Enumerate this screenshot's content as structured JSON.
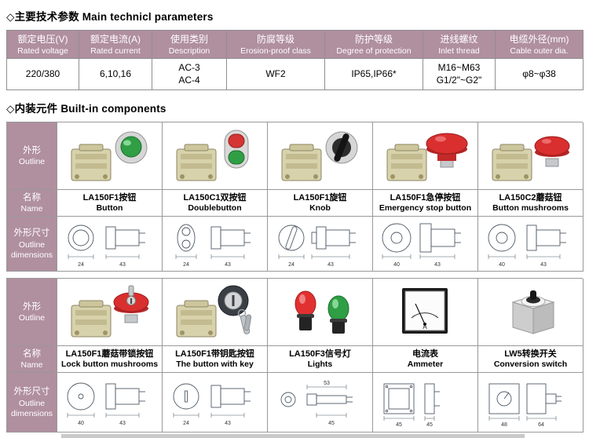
{
  "headings": {
    "main_params": "◇主要技术参数 Main technicl parameters",
    "built_in": "◇内装元件 Built-in components"
  },
  "params_table": {
    "columns": [
      {
        "cn": "额定电压(V)",
        "en": "Rated voltage",
        "value1": "220/380",
        "value2": ""
      },
      {
        "cn": "额定电流(A)",
        "en": "Rated current",
        "value1": "6,10,16",
        "value2": ""
      },
      {
        "cn": "使用类别",
        "en": "Description",
        "value1": "AC-3",
        "value2": "AC-4"
      },
      {
        "cn": "防腐等级",
        "en": "Erosion-proof class",
        "value1": "WF2",
        "value2": ""
      },
      {
        "cn": "防护等级",
        "en": "Degree of protection",
        "value1": "IP65,IP66*",
        "value2": ""
      },
      {
        "cn": "进线螺纹",
        "en": "Inlet thread",
        "value1": "M16~M63",
        "value2": "G1/2\"~G2\""
      },
      {
        "cn": "电缆外径(mm)",
        "en": "Cable outer dia.",
        "value1": "φ8~φ38",
        "value2": ""
      }
    ]
  },
  "row_labels": {
    "outline_cn": "外形",
    "outline_en": "Outline",
    "name_cn": "名称",
    "name_en": "Name",
    "dims_cn": "外形尺寸",
    "dims_en1": "Outline",
    "dims_en2": "dimensions"
  },
  "group1": [
    {
      "name_cn": "LA150F1按钮",
      "name_en": "Button",
      "dims": [
        "24",
        "43"
      ]
    },
    {
      "name_cn": "LA150C1双按钮",
      "name_en": "Doublebutton",
      "dims": [
        "24",
        "43"
      ]
    },
    {
      "name_cn": "LA150F1旋钮",
      "name_en": "Knob",
      "dims": [
        "24",
        "43"
      ]
    },
    {
      "name_cn": "LA150F1急停按钮",
      "name_en": "Emergency stop button",
      "dims": [
        "40",
        "43"
      ]
    },
    {
      "name_cn": "LA150C2蘑菇钮",
      "name_en": "Button mushrooms",
      "dims": [
        "40",
        "43"
      ]
    }
  ],
  "group2": [
    {
      "name_cn": "LA150F1蘑菇带锁按钮",
      "name_en": "Lock button mushrooms",
      "dims": [
        "40",
        "43"
      ]
    },
    {
      "name_cn": "LA150F1带钥匙按钮",
      "name_en": "The button with key",
      "dims": [
        "24",
        "43"
      ]
    },
    {
      "name_cn": "LA150F3信号灯",
      "name_en": "Lights",
      "dims": [
        "53",
        "45"
      ]
    },
    {
      "name_cn": "电流表",
      "name_en": "Ammeter",
      "dims": [
        "45",
        "45"
      ],
      "meter_label": "A"
    },
    {
      "name_cn": "LW5转换开关",
      "name_en": "Conversion switch",
      "dims": [
        "48",
        "64"
      ]
    }
  ]
}
